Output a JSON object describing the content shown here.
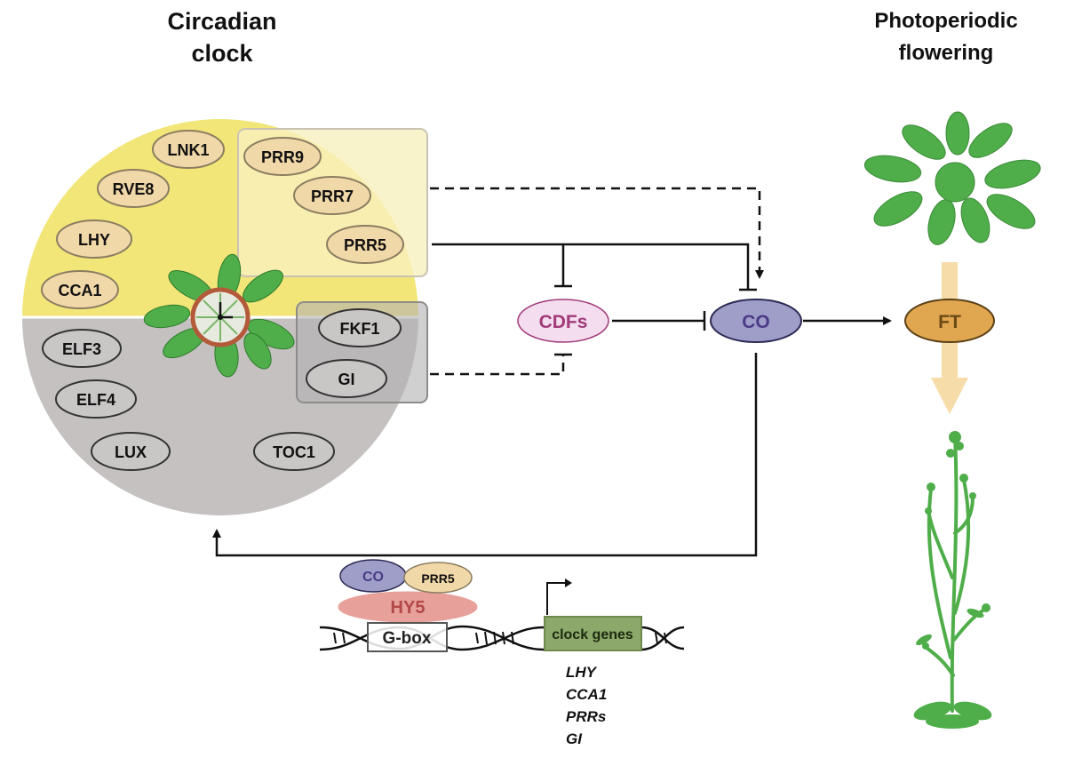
{
  "titles": {
    "left_line1": "Circadian",
    "left_line2": "clock",
    "right_line1": "Photoperiodic",
    "right_line2": "flowering"
  },
  "clock": {
    "morning_genes": [
      "LNK1",
      "RVE8",
      "LHY",
      "CCA1"
    ],
    "prr_genes": [
      "PRR9",
      "PRR7",
      "PRR5"
    ],
    "evening_genes": [
      "ELF3",
      "ELF4",
      "LUX",
      "TOC1"
    ],
    "gi_box_genes": [
      "FKF1",
      "GI"
    ]
  },
  "pathway": {
    "cdfs": "CDFs",
    "co": "CO",
    "ft": "FT"
  },
  "promoter": {
    "co": "CO",
    "prr5": "PRR5",
    "hy5": "HY5",
    "gbox": "G-box",
    "clock_genes": "clock genes"
  },
  "target_genes": [
    "LHY",
    "CCA1",
    "PRRs",
    "GI"
  ],
  "colors": {
    "morning_bg": "#f2e678",
    "evening_bg": "#c4c1c0",
    "morning_node": "#f1d8a8",
    "evening_node": "#c9c7c6",
    "cdfs_fill": "#f3ddef",
    "cdfs_text": "#a23a7a",
    "co_fill": "#9e9ec9",
    "co_text": "#4b3b86",
    "ft_fill": "#e0a650",
    "hy5_fill": "#e7a09a",
    "clock_genes_fill": "#8ca86a",
    "plant_green": "#4fae4a"
  }
}
